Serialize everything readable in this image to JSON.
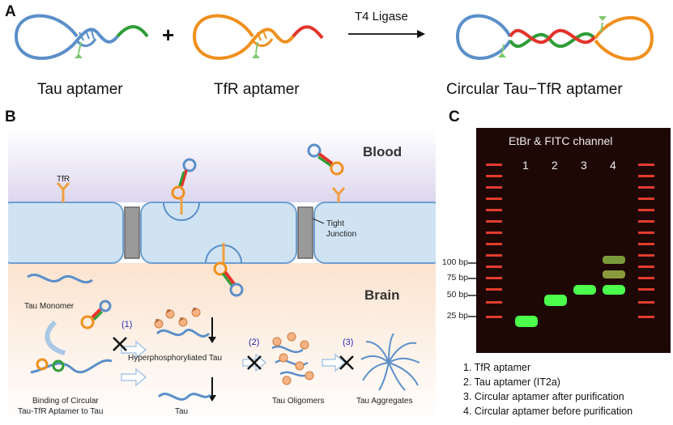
{
  "panelA": {
    "letter": "A",
    "plus": "+",
    "reaction": "T4 Ligase",
    "labels": [
      "Tau aptamer",
      "TfR aptamer",
      "Circular Tau−TfR aptamer"
    ]
  },
  "panelB": {
    "letter": "B",
    "blood": "Blood",
    "brain": "Brain",
    "tfr": "TfR",
    "tight_junction": [
      "Tight",
      "Junction"
    ],
    "tau_monomer": "Tau Monomer",
    "binding": [
      "Binding of Circular",
      "Tau-TfR Aptamer to Tau"
    ],
    "hyper": "Hyperphosphoryliated Tau",
    "tau": "Tau",
    "oligomers": "Tau Oligomers",
    "aggregates": "Tau Aggregates",
    "steps": [
      "(1)",
      "(2)",
      "(3)"
    ],
    "phospho": "P"
  },
  "panelC": {
    "letter": "C",
    "gel_title": "EtBr & FITC channel",
    "lanes": [
      "1",
      "2",
      "3",
      "4"
    ],
    "ladder_labels": [
      "100 bp",
      "75 bp",
      "50 bp",
      "25 bp"
    ],
    "legend": [
      "1. TfR aptamer",
      "2. Tau aptamer (IT2a)",
      "3. Circular aptamer after purification",
      "4. Circular aptamer before purification"
    ],
    "colors": {
      "tau_strand": "#5b8fc9",
      "tfr_strand": "#f0901e",
      "green": "#2f9d37",
      "red": "#e3332b",
      "gel_bg": "#1e0806",
      "band": "#4cff4c",
      "ladder": "#e23c2c"
    }
  }
}
